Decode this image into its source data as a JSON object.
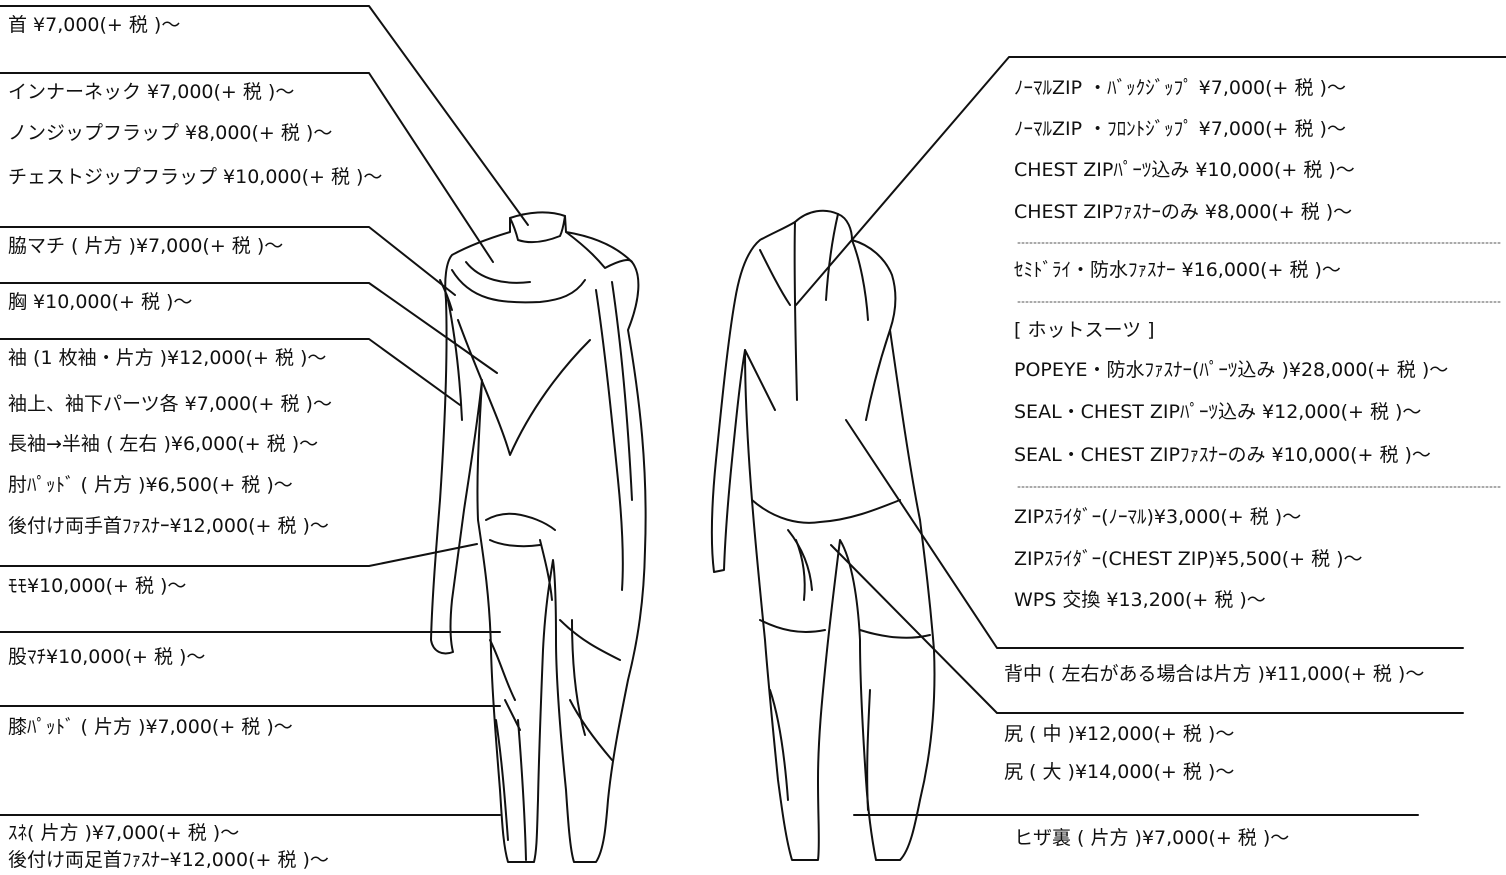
{
  "left_labels": [
    {
      "id": "neck",
      "text": "首 ¥7,000(+ 税 )〜"
    },
    {
      "id": "inner-neck",
      "text": "インナーネック ¥7,000(+ 税 )〜"
    },
    {
      "id": "non-zip-flap",
      "text": "ノンジップフラップ ¥8,000(+ 税 )〜"
    },
    {
      "id": "chest-zip-flap",
      "text": "チェストジップフラップ ¥10,000(+ 税 )〜"
    },
    {
      "id": "side-gusset",
      "text": "脇マチ ( 片方 )¥7,000(+ 税 )〜"
    },
    {
      "id": "chest",
      "text": "胸 ¥10,000(+ 税 )〜"
    },
    {
      "id": "sleeve",
      "text": "袖 (1 枚袖・片方 )¥12,000(+ 税 )〜"
    },
    {
      "id": "sleeve-parts",
      "text": "袖上、袖下パーツ各 ¥7,000(+ 税 )〜"
    },
    {
      "id": "long-to-short-sleeve",
      "text": "長袖→半袖 ( 左右 )¥6,000(+ 税 )〜"
    },
    {
      "id": "elbow-pad",
      "text": "肘ﾊﾟｯﾄﾞ ( 片方 )¥6,500(+ 税 )〜"
    },
    {
      "id": "wrist-zipper",
      "text": "後付け両手首ﾌｧｽﾅｰ¥12,000(+ 税 )〜"
    },
    {
      "id": "thigh",
      "text": "ﾓﾓ¥10,000(+ 税 )〜"
    },
    {
      "id": "crotch-gusset",
      "text": "股ﾏﾁ¥10,000(+ 税 )〜"
    },
    {
      "id": "knee-pad",
      "text": "膝ﾊﾟｯﾄﾞ ( 片方 )¥7,000(+ 税 )〜"
    },
    {
      "id": "shin",
      "text": "ｽﾈ( 片方 )¥7,000(+ 税 )〜"
    },
    {
      "id": "ankle-zipper",
      "text": "後付け両足首ﾌｧｽﾅｰ¥12,000(+ 税 )〜"
    }
  ],
  "right_labels": [
    {
      "id": "normal-zip-back",
      "text": "ﾉｰﾏﾙZIP ・ﾊﾞｯｸｼﾞｯﾌﾟ ¥7,000(+ 税 )〜"
    },
    {
      "id": "normal-zip-front",
      "text": "ﾉｰﾏﾙZIP ・ﾌﾛﾝﾄｼﾞｯﾌﾟ ¥7,000(+ 税 )〜"
    },
    {
      "id": "chest-zip-parts",
      "text": "CHEST ZIPﾊﾟｰﾂ込み ¥10,000(+ 税 )〜"
    },
    {
      "id": "chest-zip-fastener",
      "text": "CHEST ZIPﾌｧｽﾅｰのみ ¥8,000(+ 税 )〜"
    },
    {
      "id": "semi-dry",
      "text": "ｾﾐﾄﾞﾗｲ・防水ﾌｧｽﾅｰ ¥16,000(+ 税 )〜"
    },
    {
      "id": "hot-suits-heading",
      "text": "[ ホットスーツ ]"
    },
    {
      "id": "popeye",
      "text": "POPEYE・防水ﾌｧｽﾅｰ(ﾊﾟｰﾂ込み )¥28,000(+ 税 )〜"
    },
    {
      "id": "seal-parts",
      "text": "SEAL・CHEST ZIPﾊﾟｰﾂ込み ¥12,000(+ 税 )〜"
    },
    {
      "id": "seal-fastener",
      "text": "SEAL・CHEST ZIPﾌｧｽﾅｰのみ ¥10,000(+ 税 )〜"
    },
    {
      "id": "zip-slider-normal",
      "text": "ZIPｽﾗｲﾀﾞｰ(ﾉｰﾏﾙ)¥3,000(+ 税 )〜"
    },
    {
      "id": "zip-slider-chest",
      "text": "ZIPｽﾗｲﾀﾞｰ(CHEST ZIP)¥5,500(+ 税 )〜"
    },
    {
      "id": "wps-exchange",
      "text": "WPS 交換 ¥13,200(+ 税 )〜"
    },
    {
      "id": "back",
      "text": "背中 ( 左右がある場合は片方 )¥11,000(+ 税 )〜"
    },
    {
      "id": "seat-medium",
      "text": "尻 ( 中 )¥12,000(+ 税 )〜"
    },
    {
      "id": "seat-large",
      "text": "尻 ( 大 )¥14,000(+ 税 )〜"
    },
    {
      "id": "back-of-knee",
      "text": "ヒザ裏 ( 片方 )¥7,000(+ 税 )〜"
    }
  ],
  "colors": {
    "line": "#111111",
    "divider": "#555555",
    "background": "#ffffff"
  }
}
